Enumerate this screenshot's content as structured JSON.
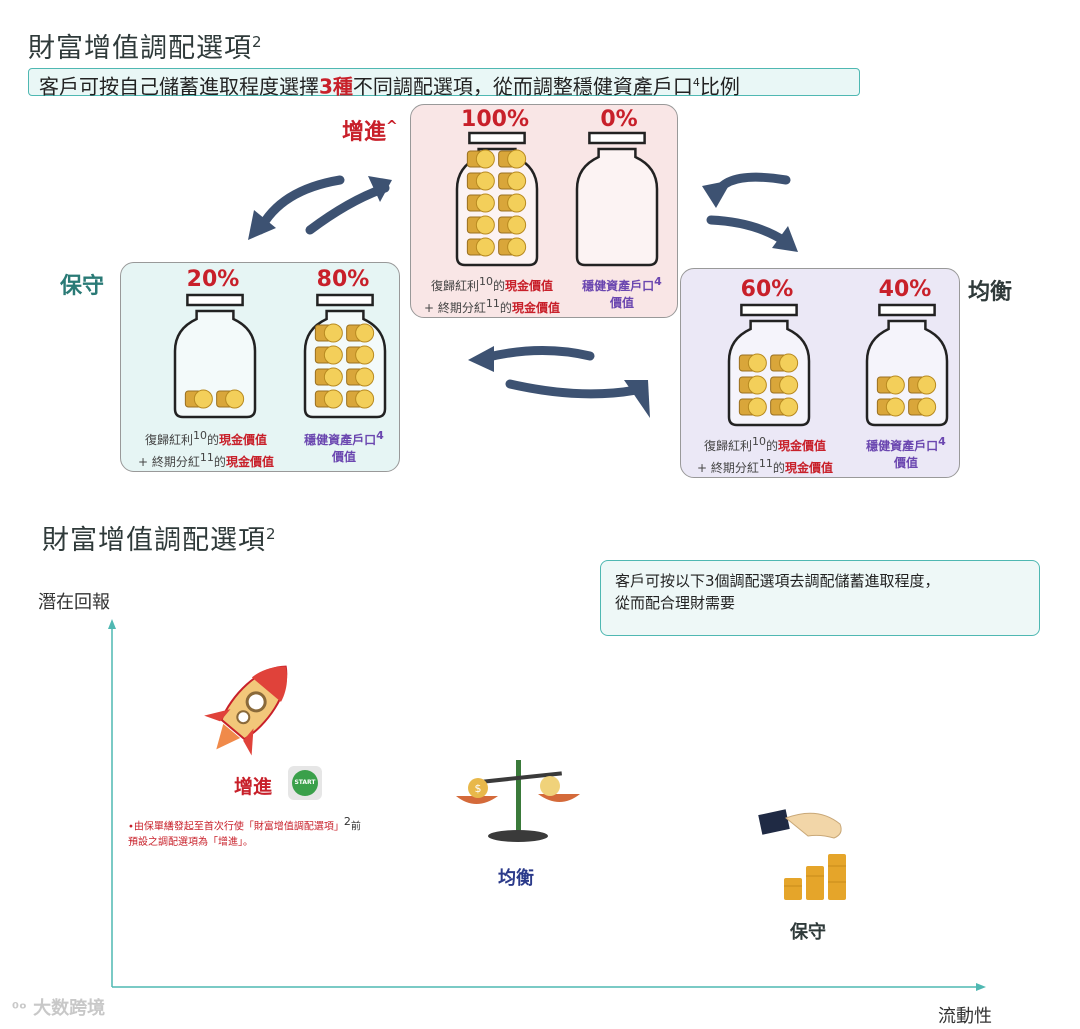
{
  "top": {
    "title": "財富增值調配選項",
    "title_sup": "2",
    "subtitle_pre": "客戶可按自己儲蓄進取程度選擇",
    "subtitle_hl": "3種",
    "subtitle_mid": "不同調配選項，從而調整穩健資產戶口",
    "subtitle_sup": "4",
    "subtitle_post": "比例"
  },
  "options": {
    "growth": {
      "label": "增進",
      "label_mark": "^",
      "left_pct": "100%",
      "right_pct": "0%",
      "left_coins": 10,
      "right_coins": 0
    },
    "conservative": {
      "label": "保守",
      "left_pct": "20%",
      "right_pct": "80%",
      "left_coins": 2,
      "right_coins": 8
    },
    "balanced": {
      "label": "均衡",
      "left_pct": "60%",
      "right_pct": "40%",
      "left_coins": 6,
      "right_coins": 4
    }
  },
  "captions": {
    "left_l1_pre": "復歸紅利",
    "left_l1_sup": "10",
    "left_l1_mid": "的",
    "left_l1_hl": "現金價值",
    "left_l2_pre": "+ 終期分紅",
    "left_l2_sup": "11",
    "left_l2_mid": "的",
    "left_l2_hl": "現金價值",
    "right_l1": "穩健資產戶口",
    "right_l1_sup": "4",
    "right_l2": "價值"
  },
  "bottom": {
    "title": "財富增值調配選項",
    "title_sup": "2",
    "note_l1": "客戶可按以下3個調配選項去調配儲蓄進取程度，",
    "note_l2": "從而配合理財需要",
    "y_axis": "潛在回報",
    "x_axis": "流動性",
    "growth_label": "增進",
    "start_text": "START",
    "balanced_label": "均衡",
    "conservative_label": "保守",
    "footnote_l1": "•由保單繕發起至首次行使「財富增值調配選項」",
    "footnote_sup": "2",
    "footnote_l1_end": "前",
    "footnote_l2": "預設之調配選項為「增進」。"
  },
  "watermark": "大数跨境",
  "colors": {
    "accent_red": "#c8202a",
    "teal": "#4fb8b2",
    "purple": "#6b47b0",
    "arrow_blue": "#3d5272"
  }
}
